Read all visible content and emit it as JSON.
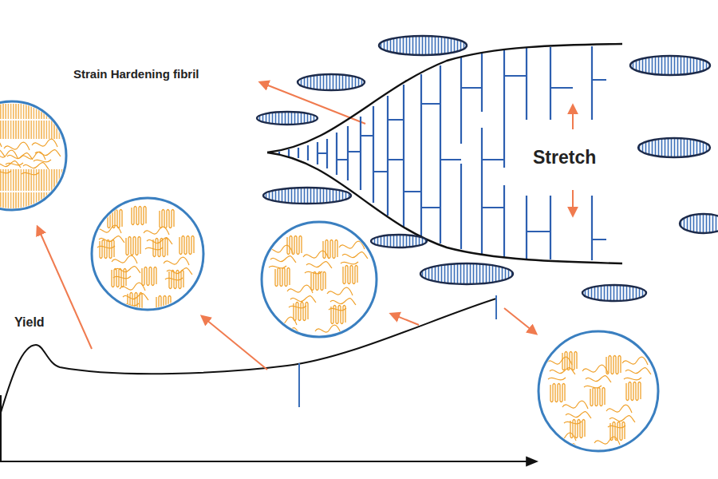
{
  "diagram": {
    "labels": [
      "Strain Hardening fibril",
      "Stretch",
      "Yield"
    ]
  }
}
